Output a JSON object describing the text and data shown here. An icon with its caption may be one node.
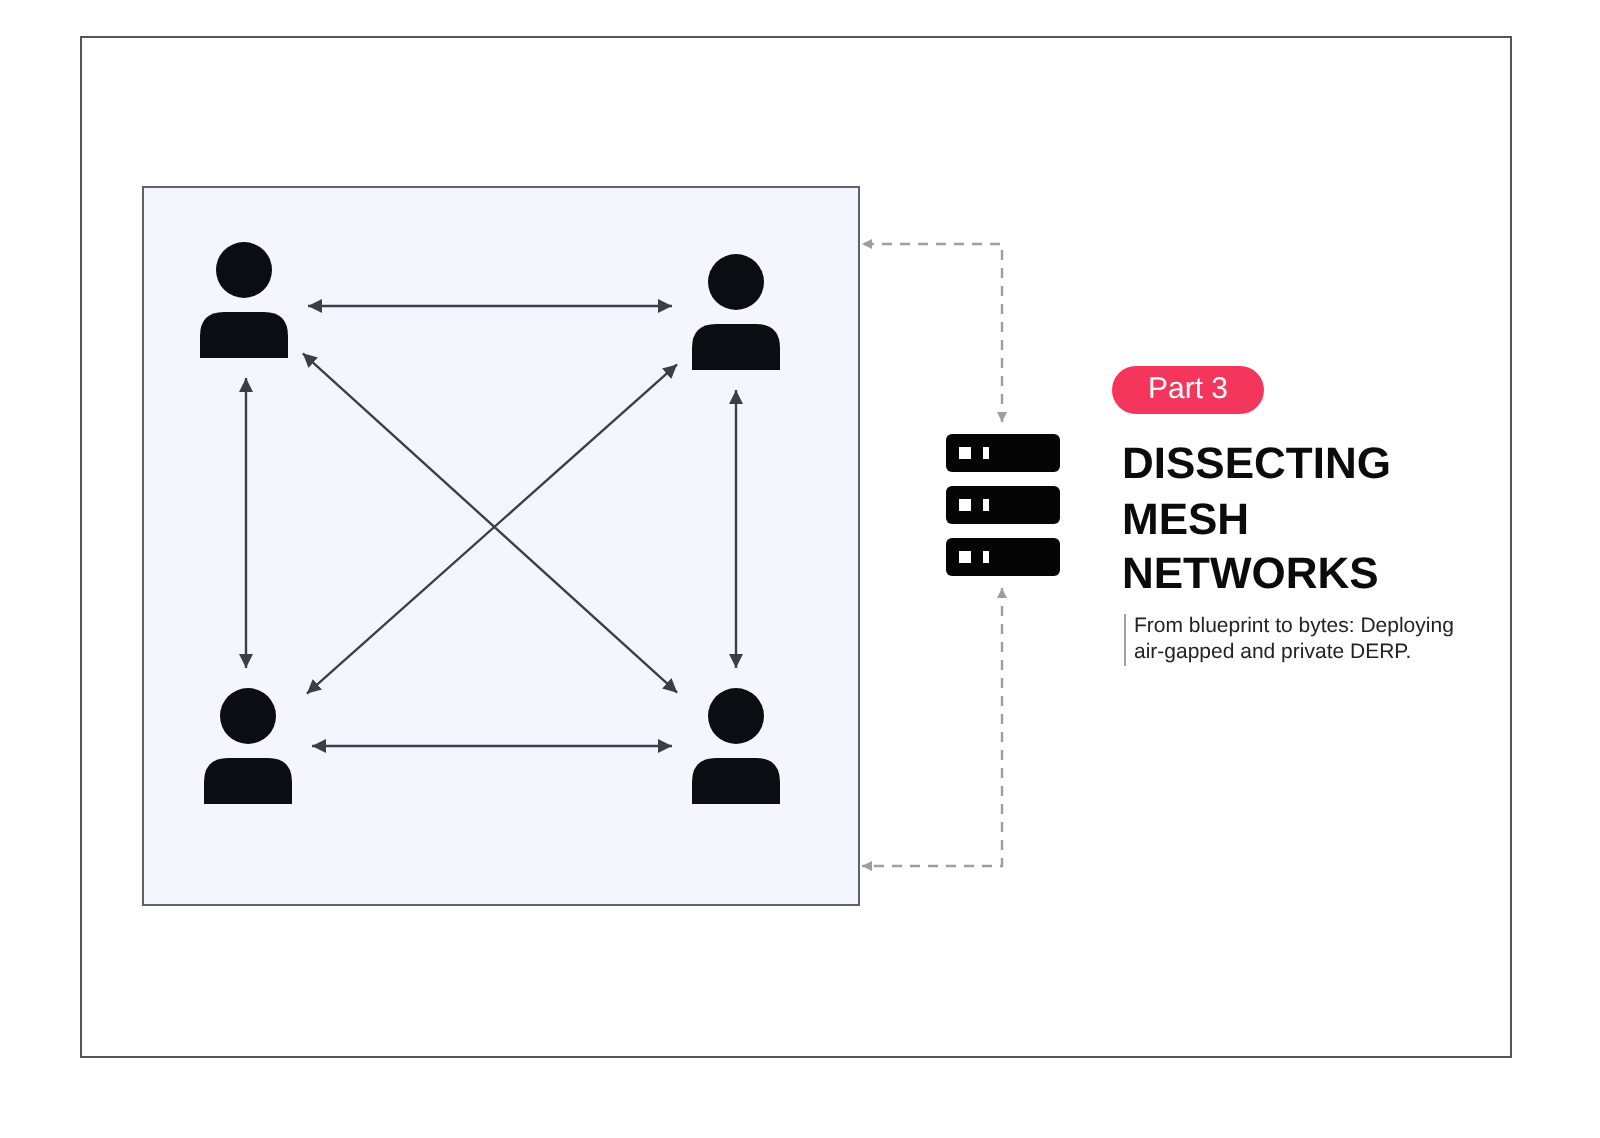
{
  "diagram": {
    "title": "DISSECTING MESH NETWORKS",
    "nodes": [
      {
        "text": [],
        "shape": "box"
      },
      {
        "text": [],
        "shape": "person",
        "in": 0
      },
      {
        "text": [],
        "shape": "person",
        "in": 0
      },
      {
        "text": [],
        "shape": "person",
        "in": 0
      },
      {
        "text": [],
        "shape": "person",
        "in": 0
      },
      {
        "text": [],
        "shape": "server"
      },
      {
        "text": [
          "Part 3"
        ]
      }
    ],
    "edges": [
      {
        "from": 1,
        "to": 2,
        "arrow": "both"
      },
      {
        "from": 1,
        "to": 3,
        "arrow": "both"
      },
      {
        "from": 1,
        "to": 4,
        "arrow": "both"
      },
      {
        "from": 2,
        "to": 3,
        "arrow": "both"
      },
      {
        "from": 2,
        "to": 4,
        "arrow": "both"
      },
      {
        "from": 3,
        "to": 4,
        "arrow": "both"
      },
      {
        "from": 5,
        "to": 0,
        "arrow": "both",
        "style": "dashed",
        "color": "#9e9e9e"
      },
      {
        "from": 5,
        "to": 0,
        "arrow": "both",
        "style": "dashed",
        "color": "#9e9e9e"
      }
    ],
    "labels": [
      "From blueprint to bytes: Deploying air-gapped and private DERP."
    ]
  }
}
